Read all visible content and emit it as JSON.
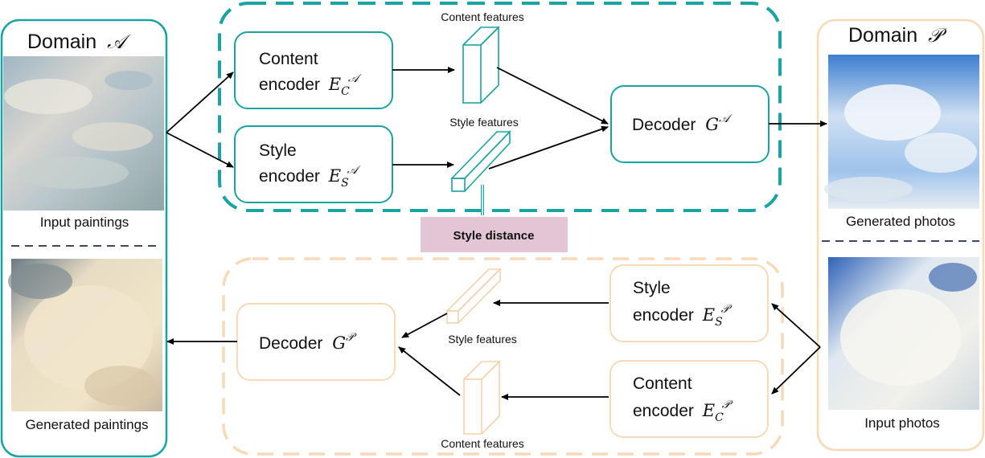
{
  "domain_a": {
    "title": "Domain",
    "symbol": "𝒜",
    "top_caption": "Input paintings",
    "bottom_caption": "Generated paintings"
  },
  "domain_p": {
    "title": "Domain",
    "symbol": "𝒫",
    "top_caption": "Generated photos",
    "bottom_caption": "Input photos"
  },
  "top_branch": {
    "content_encoder": {
      "line1": "Content",
      "line2": "encoder",
      "symbol": "E",
      "sub": "C",
      "sup": "𝒜"
    },
    "style_encoder": {
      "line1": "Style",
      "line2": "encoder",
      "symbol": "E",
      "sub": "S",
      "sup": "𝒜"
    },
    "decoder": {
      "label": "Decoder",
      "symbol": "G",
      "sup": "𝒜"
    },
    "content_features_label": "Content features",
    "style_features_label": "Style features"
  },
  "bottom_branch": {
    "style_encoder": {
      "line1": "Style",
      "line2": "encoder",
      "symbol": "E",
      "sub": "S",
      "sup": "𝒫"
    },
    "content_encoder": {
      "line1": "Content",
      "line2": "encoder",
      "symbol": "E",
      "sub": "C",
      "sup": "𝒫"
    },
    "decoder": {
      "label": "Decoder",
      "symbol": "G",
      "sup": "𝒫"
    },
    "style_features_label": "Style features",
    "content_features_label": "Content features"
  },
  "style_distance": {
    "label": "Style distance"
  },
  "colors": {
    "teal": "#19a3a3",
    "peach": "#f8d9b8",
    "peach_line": "#f5d2ac",
    "pink": "#e3c6d6",
    "divider": "#3a4a66"
  }
}
